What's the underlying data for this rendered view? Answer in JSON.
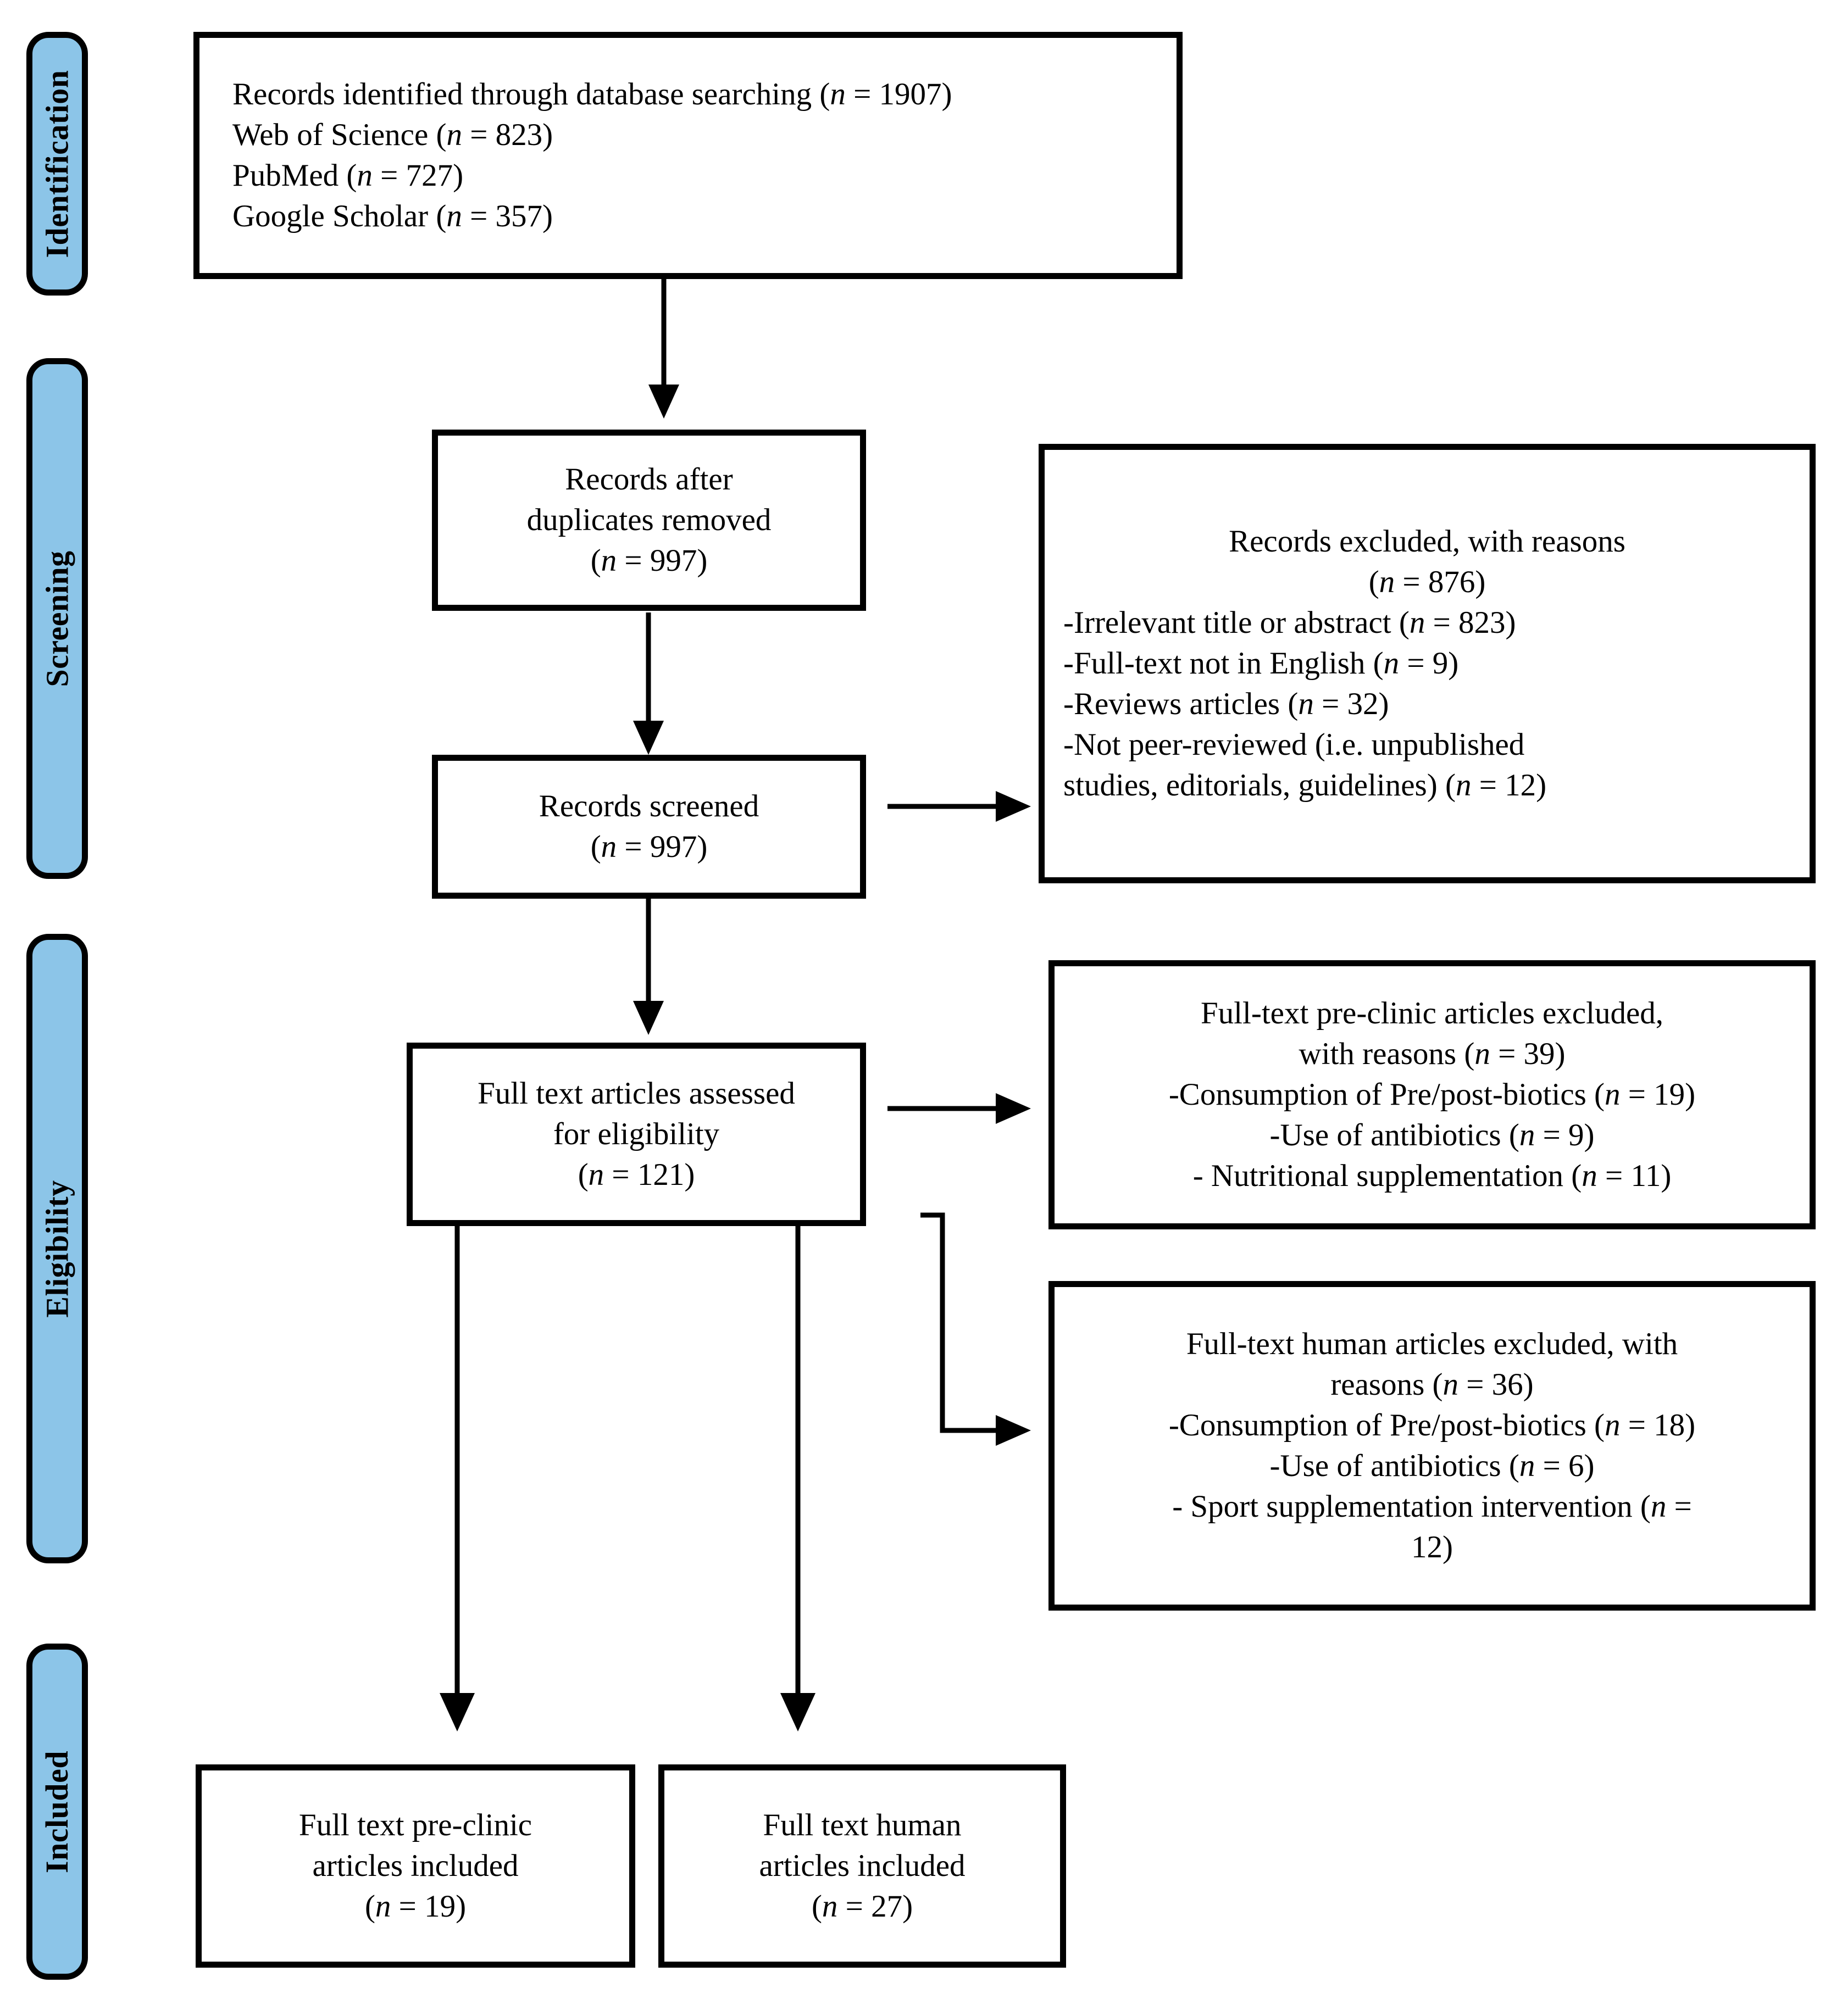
{
  "diagram": {
    "type": "prisma-flow-diagram",
    "accent_color": "#8CC5E8",
    "line_color": "#000000",
    "background": "#ffffff"
  },
  "stages": [
    {
      "key": "identification",
      "label": "Identification"
    },
    {
      "key": "screening",
      "label": "Screening"
    },
    {
      "key": "eligibility",
      "label": "Eligibility"
    },
    {
      "key": "included",
      "label": "Included"
    }
  ],
  "boxes": {
    "identified": {
      "lines": [
        "Records identified through database searching (n = 1907)",
        "Web of Science (n = 823)",
        "PubMed (n = 727)",
        "Google Scholar (n = 357)"
      ],
      "line1": "Records identified through database searching (n = 1907)",
      "line2": "Web of Science (n = 823)",
      "line3": "PubMed (n = 727)",
      "line4": "Google Scholar (n = 357)"
    },
    "duplicates_removed": {
      "line1": "Records after",
      "line2": "duplicates removed",
      "line3": "(n = 997)"
    },
    "records_excluded": {
      "line1": "Records excluded, with reasons",
      "line2": "(n = 876)",
      "line3": "-Irrelevant title or abstract (n = 823)",
      "line4": "-Full-text not in English (n = 9)",
      "line5": "-Reviews articles (n = 32)",
      "line6": "-Not peer-reviewed (i.e. unpublished",
      "line7": "studies, editorials, guidelines) (n = 12)"
    },
    "records_screened": {
      "line1": "Records screened",
      "line2": "(n = 997)"
    },
    "preclinic_excluded": {
      "line1": "Full-text pre-clinic articles excluded,",
      "line2": "with reasons (n = 39)",
      "line3": "-Consumption of Pre/post-biotics (n = 19)",
      "line4": "-Use of antibiotics (n = 9)",
      "line5": "- Nutritional supplementation (n = 11)"
    },
    "full_text_assessed": {
      "line1": "Full text articles assessed",
      "line2": "for eligibility",
      "line3": "(n = 121)"
    },
    "human_excluded": {
      "line1": "Full-text human articles excluded, with",
      "line2": "reasons (n = 36)",
      "line3": "-Consumption of Pre/post-biotics (n = 18)",
      "line4": "-Use of antibiotics (n = 6)",
      "line5": "- Sport supplementation intervention (n =",
      "line6": "12)"
    },
    "preclinic_included": {
      "line1": "Full text pre-clinic",
      "line2": "articles included",
      "line3": "(n = 19)"
    },
    "human_included": {
      "line1": "Full text human",
      "line2": "articles included",
      "line3": "(n = 27)"
    }
  },
  "chart_data": {
    "type": "table",
    "title": "PRISMA flow of study selection",
    "stages": [
      "Identification",
      "Screening",
      "Eligibility",
      "Included"
    ],
    "counts": {
      "records_identified_total": 1907,
      "web_of_science": 823,
      "pubmed": 727,
      "google_scholar": 357,
      "after_duplicates_removed": 997,
      "records_screened": 997,
      "records_excluded": 876,
      "excluded_irrelevant_title_or_abstract": 823,
      "excluded_not_in_english": 9,
      "excluded_reviews": 32,
      "excluded_not_peer_reviewed": 12,
      "full_text_assessed": 121,
      "preclinic_excluded_total": 39,
      "preclinic_excluded_prepostbiotics": 19,
      "preclinic_excluded_antibiotics": 9,
      "preclinic_excluded_nutritional_supplementation": 11,
      "human_excluded_total": 36,
      "human_excluded_prepostbiotics": 18,
      "human_excluded_antibiotics": 6,
      "human_excluded_sport_supplementation": 12,
      "preclinic_included": 19,
      "human_included": 27
    }
  }
}
